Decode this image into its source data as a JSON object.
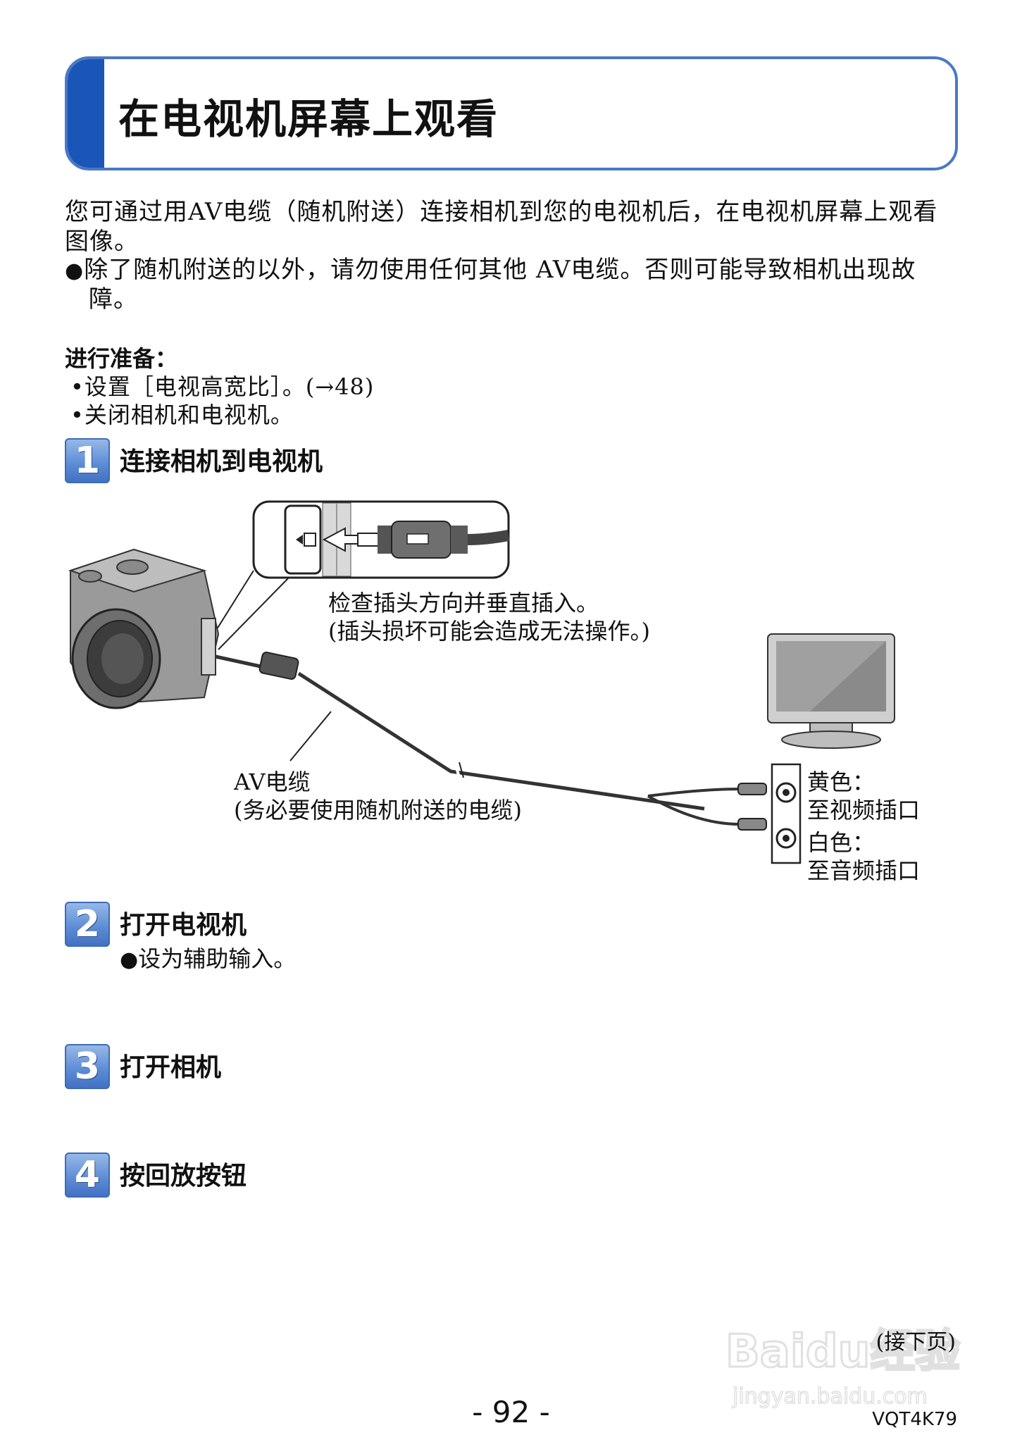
{
  "title": "在电视机屏幕上观看",
  "intro": {
    "line1": "您可通过用AV电缆（随机附送）连接相机到您的电视机后，在电视机屏幕上观看",
    "line2": "图像。",
    "bullet_line1": "除了随机附送的以外，请勿使用任何其他 AV电缆。否则可能导致相机出现故",
    "bullet_line2": "障。"
  },
  "preparation": {
    "heading": "进行准备：",
    "items": [
      "设置［电视高宽比］。(→48)",
      "关闭相机和电视机。"
    ]
  },
  "steps": [
    {
      "number": "1",
      "title": "连接相机到电视机"
    },
    {
      "number": "2",
      "title": "打开电视机",
      "sub": "设为辅助输入。"
    },
    {
      "number": "3",
      "title": "打开相机"
    },
    {
      "number": "4",
      "title": "按回放按钮"
    }
  ],
  "diagram": {
    "plug_note_line1": "检查插头方向并垂直插入。",
    "plug_note_line2": "(插头损坏可能会造成无法操作。)",
    "cable_label_line1": "AV电缆",
    "cable_label_line2": "(务必要使用随机附送的电缆)",
    "yellow_line1": "黄色：",
    "yellow_line2": "至视频插口",
    "white_line1": "白色：",
    "white_line2": "至音频插口"
  },
  "footer": {
    "continued": "(接下页)",
    "page_number": "- 92 -",
    "code": "VQT4K79"
  },
  "watermark": {
    "brand": "Baidu经验",
    "url": "jingyan.baidu.com"
  },
  "colors": {
    "title_border": "#4a78c4",
    "title_accent": "#1a56b8",
    "step_badge": "#5f8ed6"
  }
}
